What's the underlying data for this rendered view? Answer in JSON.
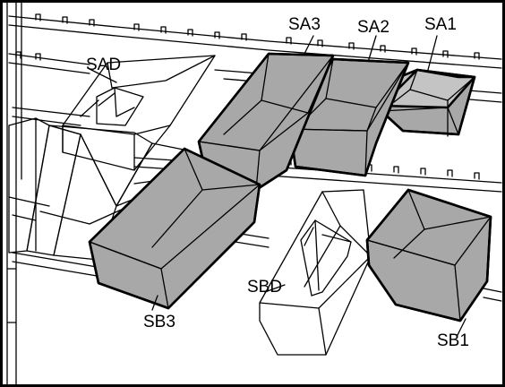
{
  "labels": {
    "sa3": "SA3",
    "sa2": "SA2",
    "sa1": "SA1",
    "sad": "SAD",
    "sb3": "SB3",
    "sbd": "SBD",
    "sb1": "SB1"
  },
  "colors": {
    "bin_gray": "#a8a8a8",
    "bin_gray_dark": "#8e8e8e",
    "bin_gray_light": "#c4c4c4",
    "outline": "#000000",
    "background": "#ffffff"
  }
}
